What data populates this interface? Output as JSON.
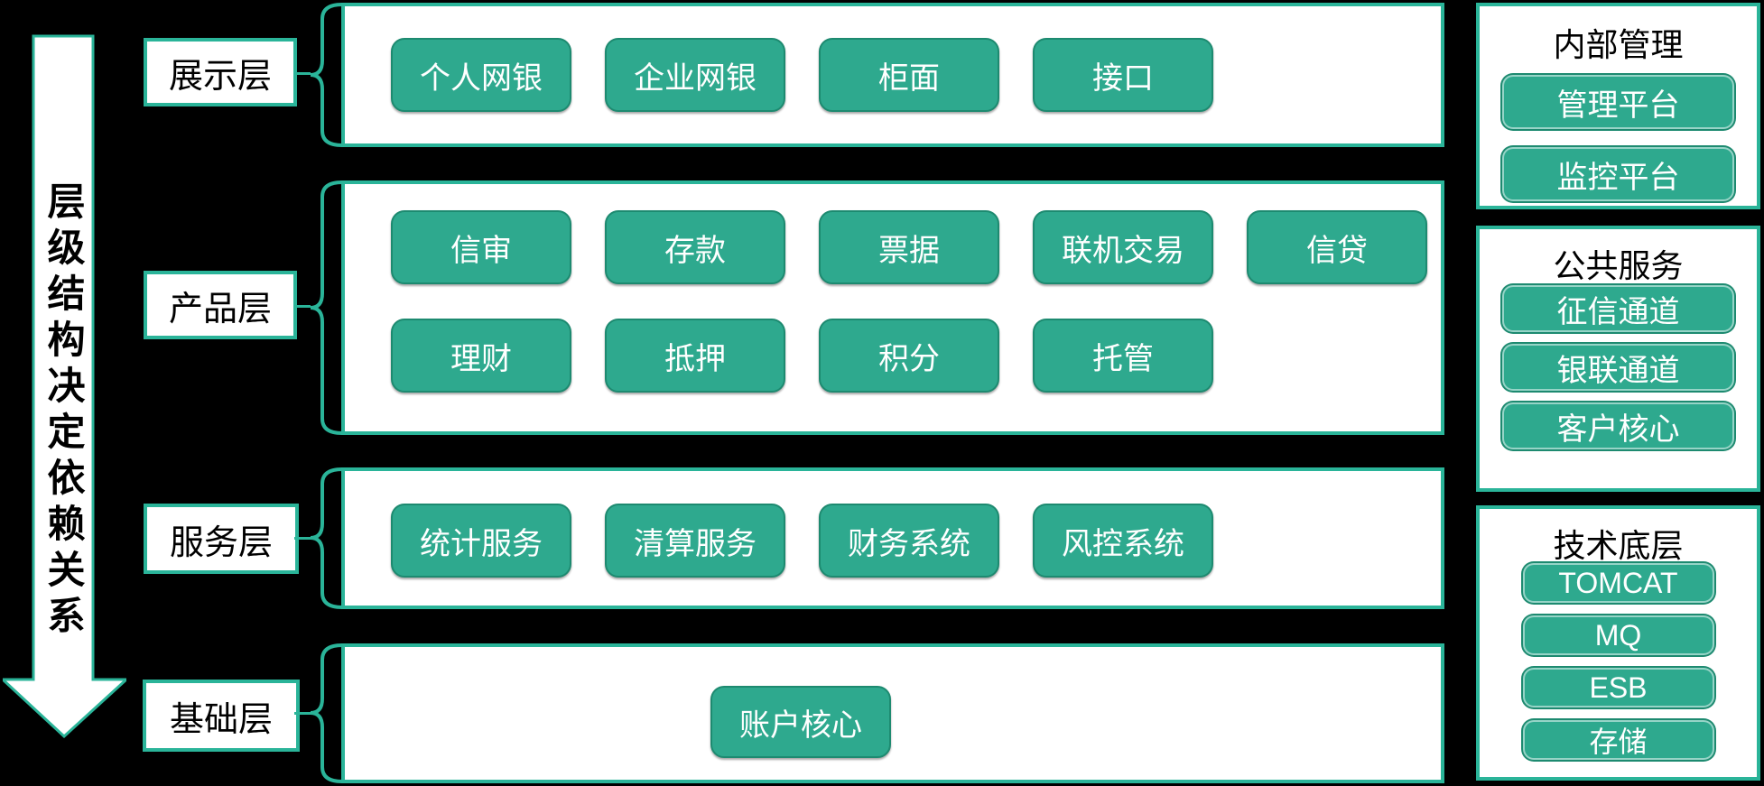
{
  "diagram": {
    "arrow_label": "层级结构决定依赖关系",
    "layers": [
      {
        "label": "展示层",
        "rows": [
          [
            "个人网银",
            "企业网银",
            "柜面",
            "接口"
          ]
        ]
      },
      {
        "label": "产品层",
        "rows": [
          [
            "信审",
            "存款",
            "票据",
            "联机交易",
            "信贷"
          ],
          [
            "理财",
            "抵押",
            "积分",
            "托管"
          ]
        ]
      },
      {
        "label": "服务层",
        "rows": [
          [
            "统计服务",
            "清算服务",
            "财务系统",
            "风控系统"
          ]
        ]
      },
      {
        "label": "基础层",
        "rows": [
          [
            "账户核心"
          ]
        ]
      }
    ],
    "side_panels": [
      {
        "title": "内部管理",
        "items": [
          "管理平台",
          "监控平台"
        ]
      },
      {
        "title": "公共服务",
        "items": [
          "征信通道",
          "银联通道",
          "客户核心"
        ]
      },
      {
        "title": "技术底层",
        "items": [
          "TOMCAT",
          "MQ",
          "ESB",
          "存储"
        ]
      }
    ],
    "colors": {
      "accent_green": "#2ab499",
      "node_green": "#2ea98e",
      "node_border": "#1d8a70",
      "background": "#000000",
      "panel_white": "#ffffff"
    }
  }
}
